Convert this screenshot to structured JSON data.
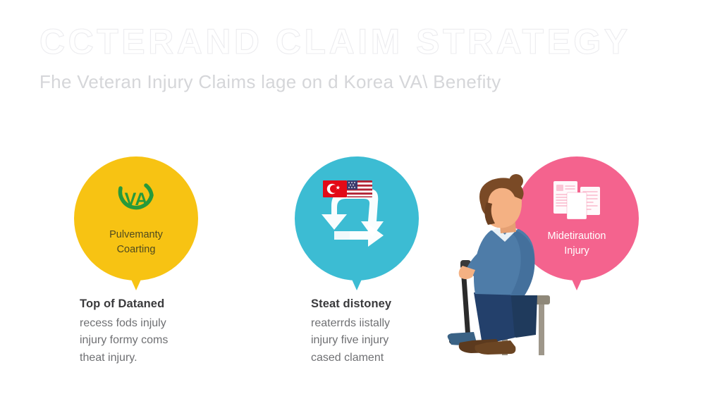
{
  "header": {
    "title": "CCTERAND CLAIM STRATEGY",
    "subtitle": "Fhe Veteran Injury Claims lage on d Korea VA\\ Benefity",
    "title_outline_color": "#ececef",
    "subtitle_color": "#d5d6d9"
  },
  "bubbles": [
    {
      "id": "va-benefits",
      "label": "Pulvemanty\nCoarting",
      "color": "#F7C313",
      "icon": "va-logo-icon",
      "icon_color": "#279A3B",
      "label_color": "#4f4a1f"
    },
    {
      "id": "transfer-arrow",
      "label": "",
      "color": "#3CBCD3",
      "icon": "zigzag-arrow-flags-icon",
      "icon_color": "#ffffff",
      "label_color": "#ffffff"
    },
    {
      "id": "documents",
      "label": "Midetiraution\nInjury",
      "color": "#F4638E",
      "icon": "documents-icon",
      "icon_color": "#ffffff",
      "label_color": "#ffffff"
    }
  ],
  "captions": [
    {
      "title": "Top of Dataned",
      "body": "recess fods injuly\ninjury formy coms\ntheat injury."
    },
    {
      "title": "Steat distoney",
      "body": "reaterrds iistally\ninjury five injury\ncased clament"
    }
  ],
  "illustration": {
    "name": "seated-man-with-cane",
    "hair_color": "#7A4A26",
    "skin_color": "#F4B183",
    "shirt_color": "#4E7CA8",
    "pants_color": "#1F3A5C",
    "shoe_color": "#5C3A1E",
    "stool_color": "#9A9283",
    "cane_color": "#2B2B2B"
  },
  "flags": {
    "left": {
      "name": "turkey-flag",
      "field": "#E30A17",
      "emblem": "#FFFFFF"
    },
    "right": {
      "name": "usa-flag",
      "canton": "#3C3B6E",
      "stripe": "#B22234",
      "stripe_alt": "#FFFFFF"
    }
  },
  "background_color": "#ffffff"
}
